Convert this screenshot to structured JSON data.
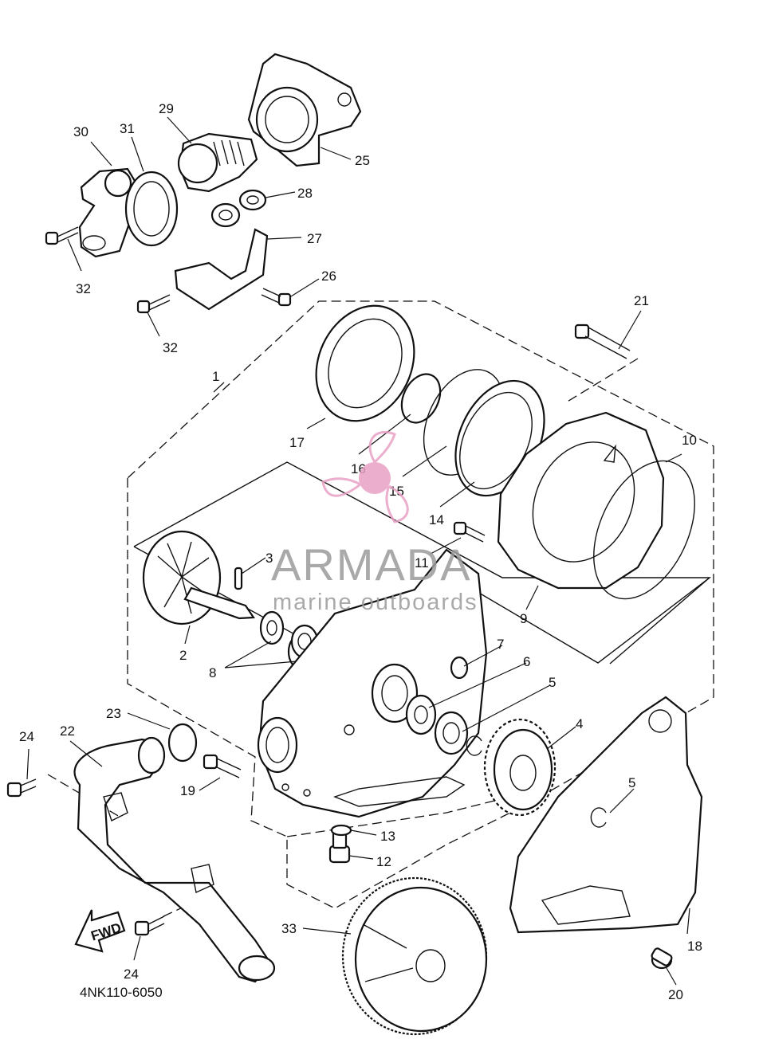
{
  "diagram": {
    "catalog_code": "4NK110-6050",
    "direction_arrow_label": "FWD",
    "part_callouts": [
      "1",
      "2",
      "3",
      "4",
      "5",
      "5",
      "6",
      "7",
      "8",
      "9",
      "10",
      "11",
      "12",
      "13",
      "14",
      "15",
      "16",
      "17",
      "18",
      "19",
      "20",
      "21",
      "22",
      "23",
      "24",
      "24",
      "25",
      "26",
      "27",
      "28",
      "29",
      "30",
      "31",
      "32",
      "32",
      "33"
    ]
  },
  "watermark": {
    "brand": "ARMADA",
    "tagline": "marine outboards",
    "colors": {
      "brand_text": "#9a9a9a",
      "logo": "#e8a0c4"
    }
  }
}
